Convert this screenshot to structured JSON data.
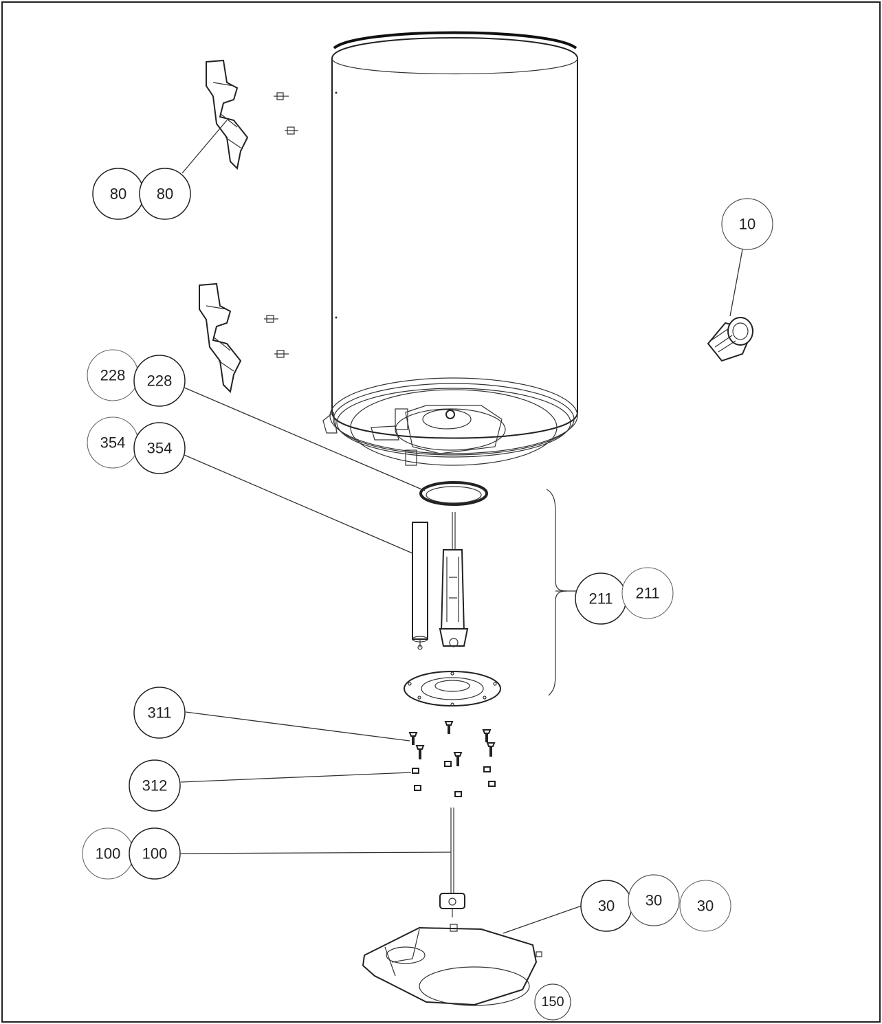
{
  "diagram": {
    "callouts": [
      {
        "id": "c80a",
        "label": "80"
      },
      {
        "id": "c80b",
        "label": "80"
      },
      {
        "id": "c10",
        "label": "10"
      },
      {
        "id": "c228a",
        "label": "228"
      },
      {
        "id": "c228b",
        "label": "228"
      },
      {
        "id": "c354a",
        "label": "354"
      },
      {
        "id": "c354b",
        "label": "354"
      },
      {
        "id": "c211a",
        "label": "211"
      },
      {
        "id": "c211b",
        "label": "211"
      },
      {
        "id": "c311",
        "label": "311"
      },
      {
        "id": "c312",
        "label": "312"
      },
      {
        "id": "c100a",
        "label": "100"
      },
      {
        "id": "c100b",
        "label": "100"
      },
      {
        "id": "c30a",
        "label": "30"
      },
      {
        "id": "c30b",
        "label": "30"
      },
      {
        "id": "c30c",
        "label": "30"
      },
      {
        "id": "c150",
        "label": "150"
      }
    ]
  }
}
